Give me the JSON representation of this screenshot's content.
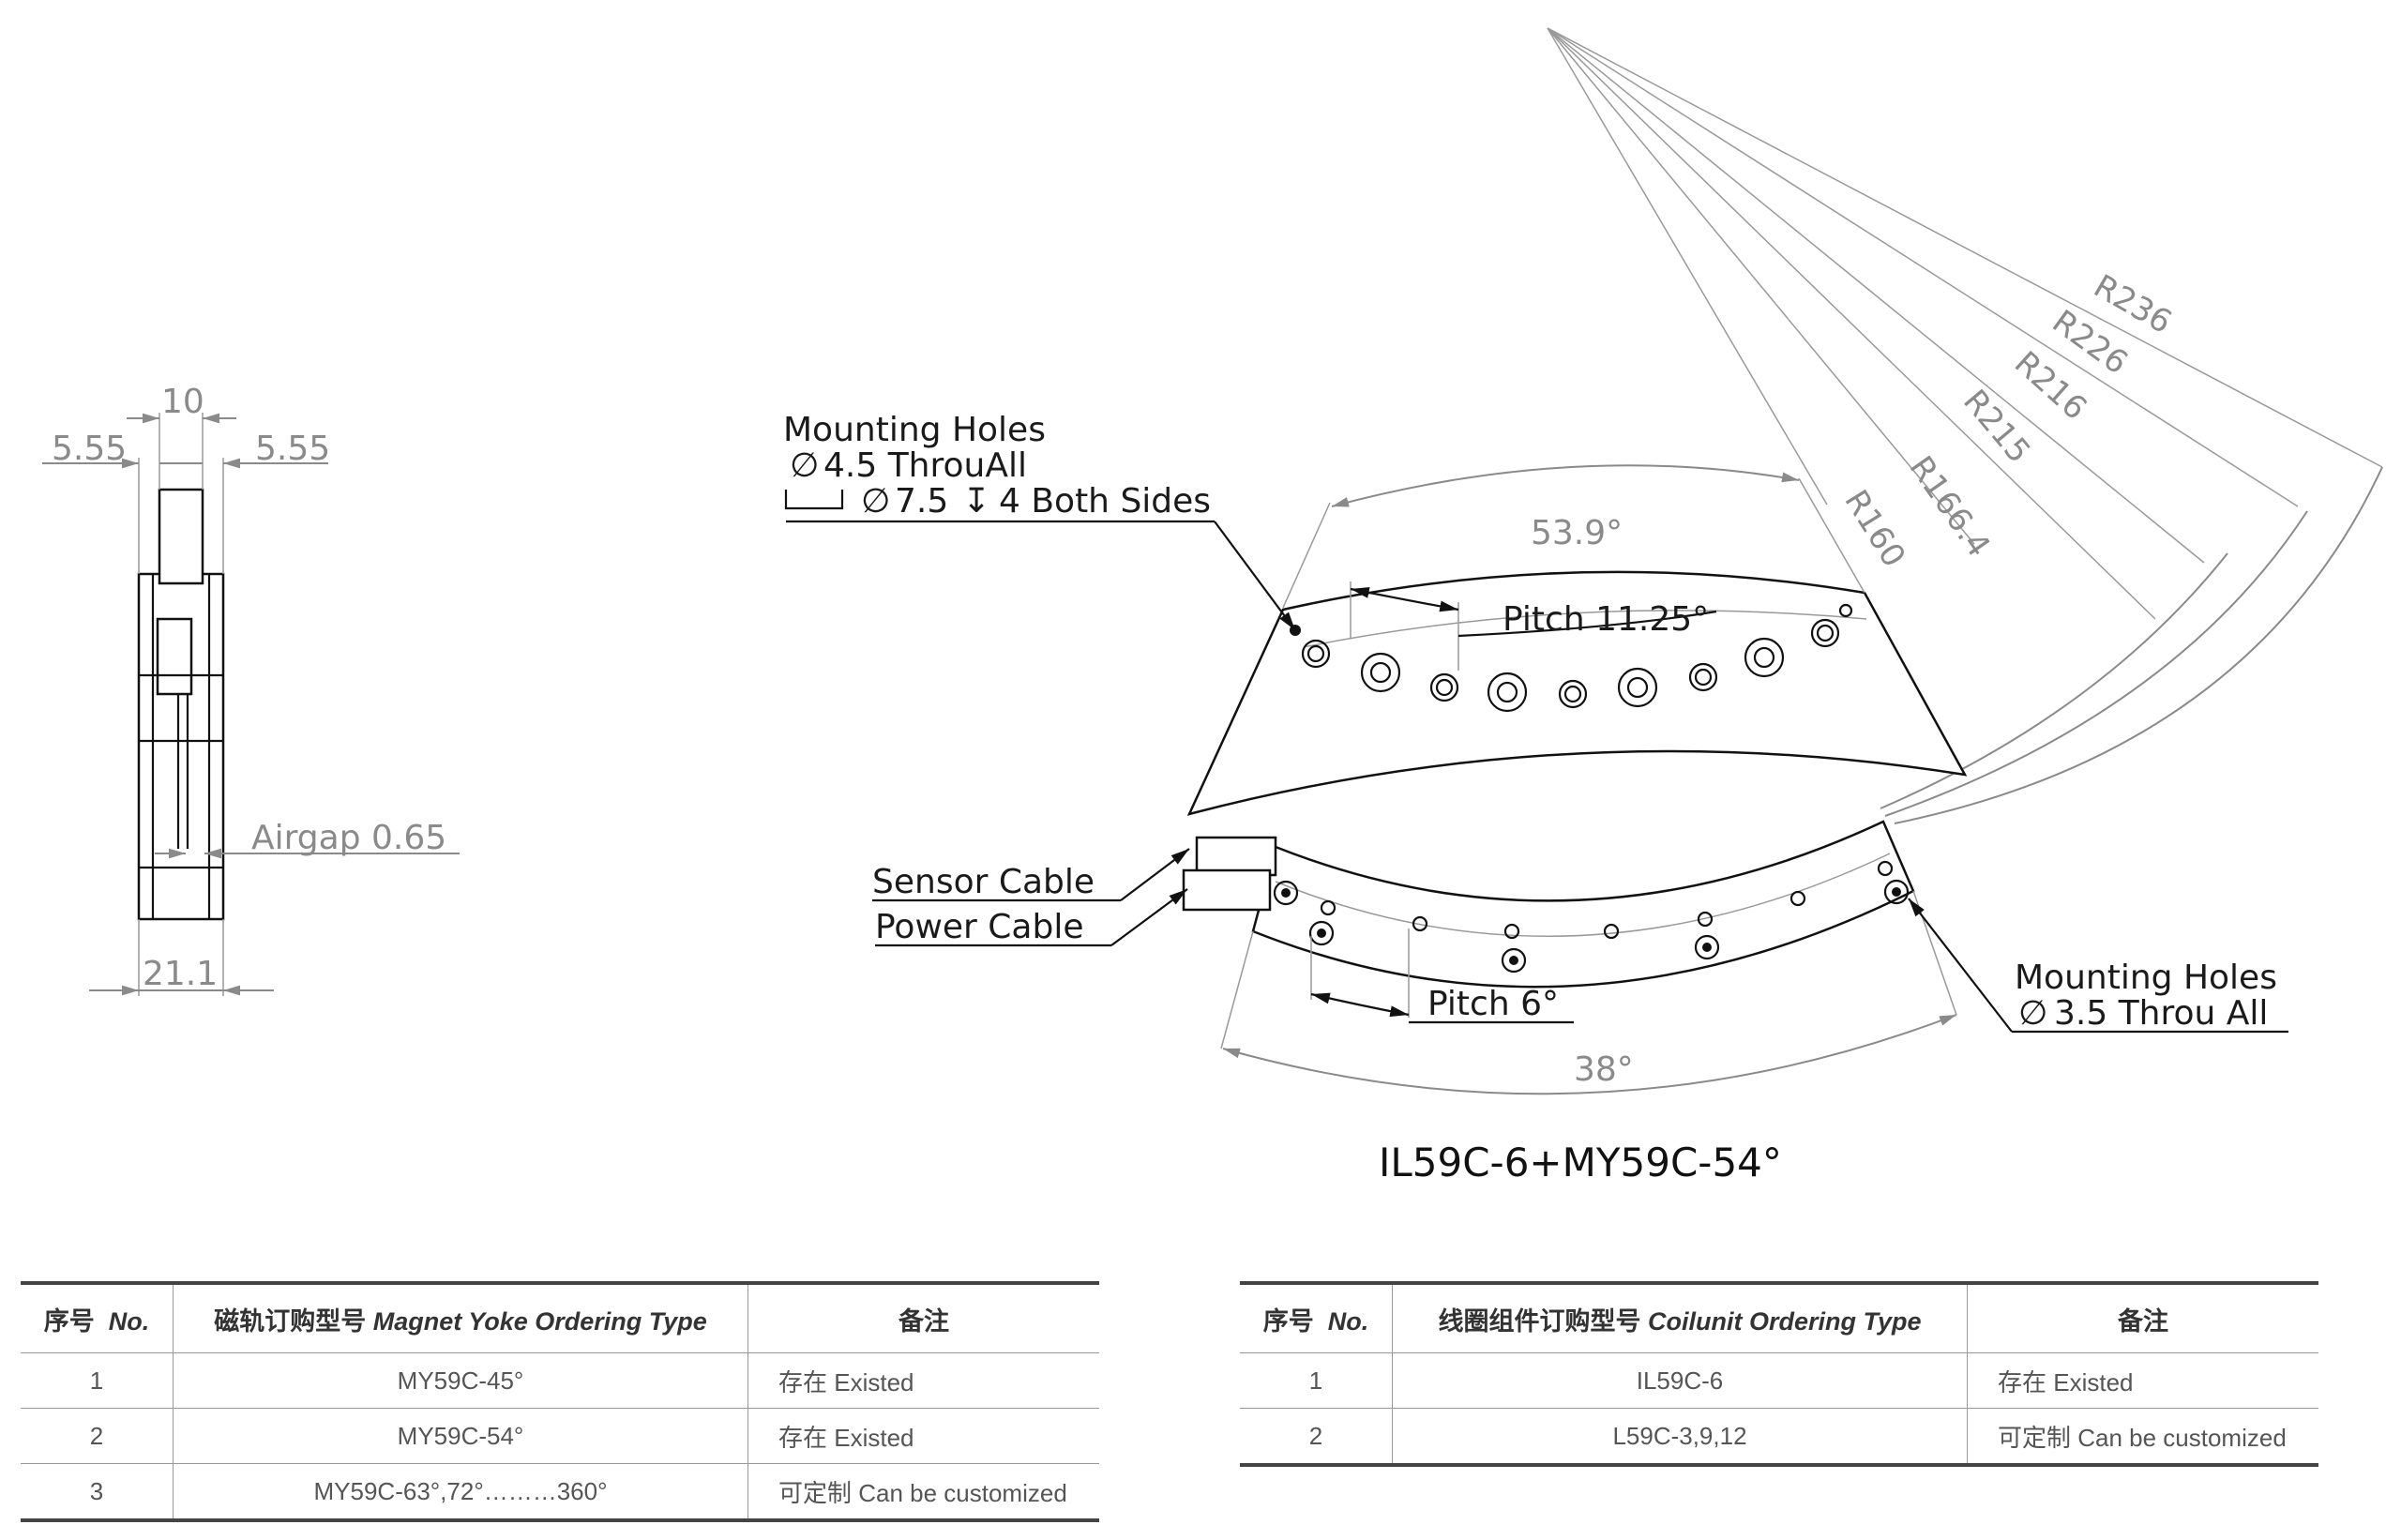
{
  "side_view": {
    "dim_top": "10",
    "dim_left": "5.55",
    "dim_right": "5.55",
    "airgap": "Airgap 0.65",
    "dim_bottom": "21.1"
  },
  "main_view": {
    "callout_top": {
      "line1": "Mounting Holes",
      "line2": "4.5 ThrouAll",
      "line3": "7.5",
      "line3_tail": "4 Both Sides"
    },
    "angle_top": "53.9°",
    "pitch_top": "Pitch 11.25°",
    "radii": [
      "R160",
      "R166.4",
      "R215",
      "R216",
      "R226",
      "R236"
    ],
    "sensor_cable": "Sensor Cable",
    "power_cable": "Power Cable",
    "pitch_bottom": "Pitch 6°",
    "angle_bottom": "38°",
    "callout_bottom": {
      "line1": "Mounting Holes",
      "line2": "3.5 Throu All"
    },
    "title": "IL59C-6+MY59C-54°"
  },
  "table_magnet": {
    "headers": {
      "no_cn": "序号",
      "no_en": "No.",
      "type_cn": "磁轨订购型号",
      "type_en": "Magnet Yoke Ordering Type",
      "note": "备注"
    },
    "rows": [
      {
        "no": "1",
        "type": "MY59C-45°",
        "note": "存在 Existed"
      },
      {
        "no": "2",
        "type": "MY59C-54°",
        "note": "存在 Existed"
      },
      {
        "no": "3",
        "type": "MY59C-63°,72°………360°",
        "note": "可定制 Can be customized"
      }
    ]
  },
  "table_coil": {
    "headers": {
      "no_cn": "序号",
      "no_en": "No.",
      "type_cn": "线圈组件订购型号",
      "type_en": "Coilunit Ordering Type",
      "note": "备注"
    },
    "rows": [
      {
        "no": "1",
        "type": "IL59C-6",
        "note": "存在 Existed"
      },
      {
        "no": "2",
        "type": "L59C-3,9,12",
        "note": "可定制 Can be customized"
      }
    ]
  }
}
